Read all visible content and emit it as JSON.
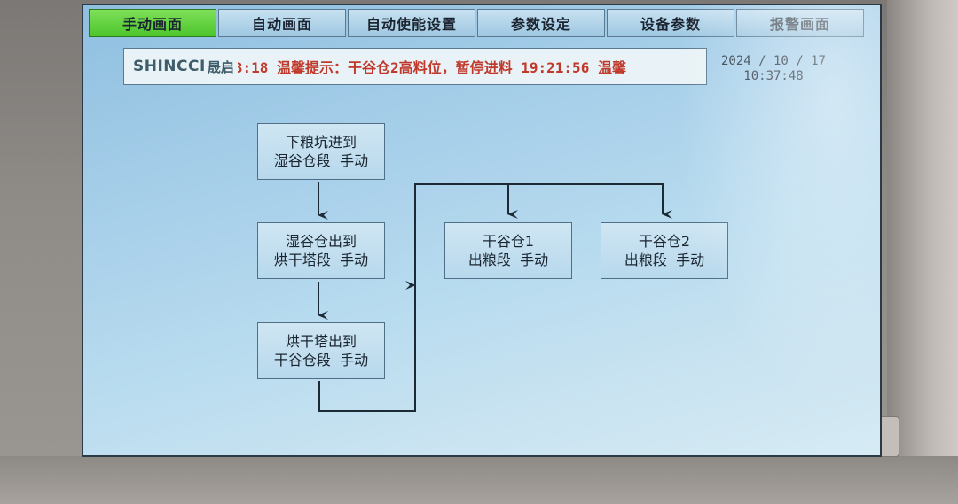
{
  "tabs": [
    {
      "label": "手动画面",
      "active": true
    },
    {
      "label": "自动画面",
      "active": false
    },
    {
      "label": "自动使能设置",
      "active": false
    },
    {
      "label": "参数设定",
      "active": false
    },
    {
      "label": "设备参数",
      "active": false
    },
    {
      "label": "报警画面",
      "active": false
    }
  ],
  "banner": {
    "logo_text": "SHINCCI",
    "logo_cn": "晟启",
    "marquee": "3:18  温馨提示：干谷仓2高料位，暂停进料   19:21:56  温馨"
  },
  "clock": {
    "date": "2024 / 10 / 17",
    "time": "10:37:48"
  },
  "flow": {
    "box1": {
      "line1": "下粮坑进到",
      "line2": "湿谷仓段  手动"
    },
    "box2": {
      "line1": "湿谷仓出到",
      "line2": "烘干塔段  手动"
    },
    "box3": {
      "line1": "烘干塔出到",
      "line2": "干谷仓段  手动"
    },
    "box4": {
      "line1": "干谷仓1",
      "line2": "出粮段  手动"
    },
    "box5": {
      "line1": "干谷仓2",
      "line2": "出粮段  手动"
    }
  },
  "colors": {
    "active_tab": "#4cc52c",
    "marquee_text": "#c0392b",
    "screen_bg": "#a8d0ea"
  }
}
